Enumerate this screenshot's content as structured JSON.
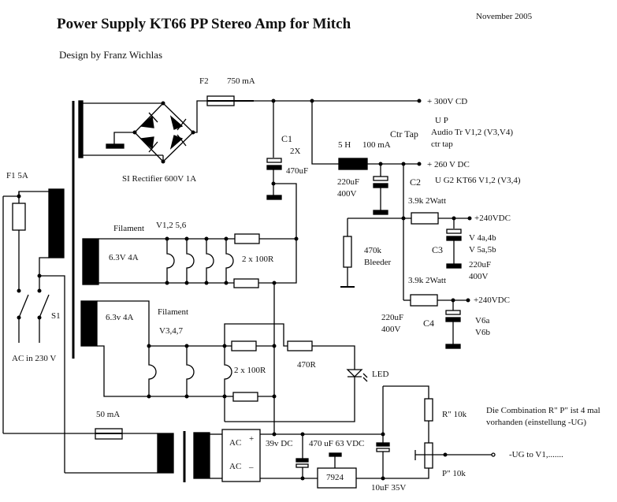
{
  "header": {
    "title": "Power Supply KT66 PP Stereo Amp for Mitch",
    "date": "November 2005",
    "author": "Design by Franz Wichlas"
  },
  "labels": {
    "f2": "F2",
    "f2_rating": "750 mA",
    "out_300v": "+  300V CD",
    "rectifier": "SI Rectifier 600V 1A",
    "c1": "C1",
    "c1_qty": "2X",
    "c1_value": "470uF",
    "choke": "5 H",
    "choke_current": "100 mA",
    "ctr_tap": "Ctr Tap",
    "up_line1": "U P",
    "up_line2": "Audio Tr  V1,2   (V3,V4)",
    "up_line3": "ctr tap",
    "out_260v": "+  260 V DC",
    "c2": "C2",
    "c2_value": "220uF",
    "c2_voltage": "400V",
    "ug2": "U G2 KT66    V1,2 (V3,4)",
    "r_39k_a": "3.9k  2Watt",
    "out_240v_a": "+240VDC",
    "bleeder_value": "470k",
    "bleeder": "Bleeder",
    "c3": "C3",
    "c3_tubes_1": "V 4a,4b",
    "c3_tubes_2": "V 5a,5b",
    "c3_value": "220uF",
    "c3_voltage": "400V",
    "r_39k_b": "3.9k  2Watt",
    "out_240v_b": "+240VDC",
    "c4": "C4",
    "c4_value": "220uF",
    "c4_voltage": "400V",
    "c4_tubes_1": "V6a",
    "c4_tubes_2": "V6b",
    "f1": "F1 5A",
    "s1": "S1",
    "ac_in": "AC in 230 V",
    "filament_1": "Filament",
    "filament_1_tubes": "V1,2 5,6",
    "filament_1_rating": "6.3V 4A",
    "filament_1_resistors": "2 x 100R",
    "filament_2": "Filament",
    "filament_2_tubes": "V3,4,7",
    "filament_2_rating": "6.3v 4A",
    "filament_2_resistors": "2 x 100R",
    "r_470": "470R",
    "led": "LED",
    "fuse_bias": "50 mA",
    "bridge_ac_plus": "AC",
    "bridge_ac_minus": "AC",
    "bridge_plus": "+",
    "bridge_minus": "–",
    "bias_dc": "39v DC",
    "bias_cap": "470 uF 63 VDC",
    "regulator": "7924",
    "bias_out_cap": "10uF 35V",
    "r_bias": "R\" 10k",
    "p_bias": "P\" 10k",
    "note_1": "Die Combination R\" P\" ist 4 mal",
    "note_2": "vorhanden (einstellung -UG)",
    "ug_out": "-UG to V1,......."
  }
}
